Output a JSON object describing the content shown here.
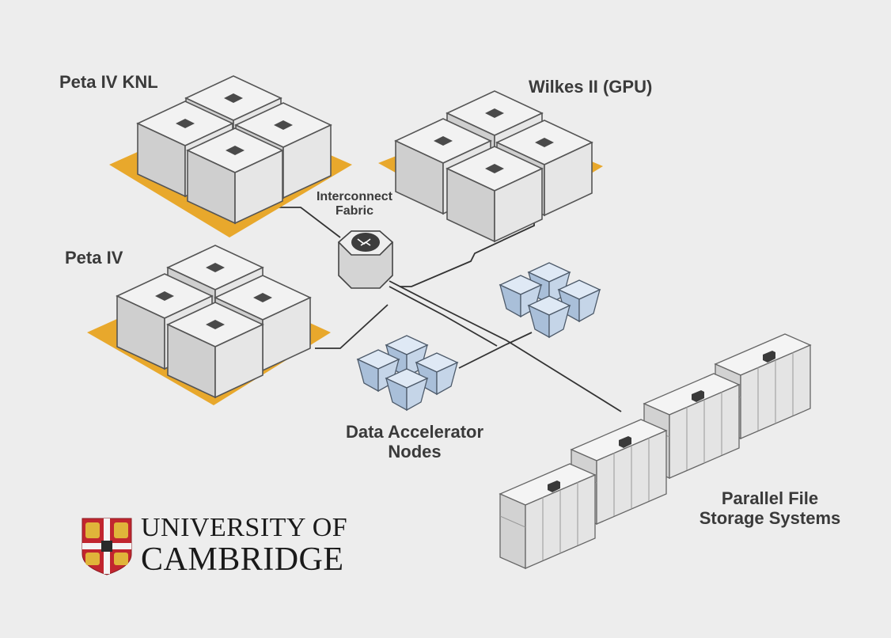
{
  "labels": {
    "peta_iv_knl": "Peta IV KNL",
    "wilkes_ii": "Wilkes II (GPU)",
    "interconnect": [
      "Interconnect",
      "Fabric"
    ],
    "peta_iv": "Peta IV",
    "data_accelerator": [
      "Data Accelerator",
      "Nodes"
    ],
    "parallel_storage": [
      "Parallel File",
      "Storage Systems"
    ]
  },
  "logo": {
    "line1": "UNIVERSITY OF",
    "line2": "CAMBRIDGE"
  },
  "colors": {
    "background": "#ededed",
    "platform": "#e8a82c",
    "server_light": "#dcdcdc",
    "server_dark": "#a8a8a8",
    "accelerator_blue": "#b9cce2",
    "line": "#333333",
    "shield_red": "#c1262f",
    "shield_gold": "#e0b43a"
  }
}
